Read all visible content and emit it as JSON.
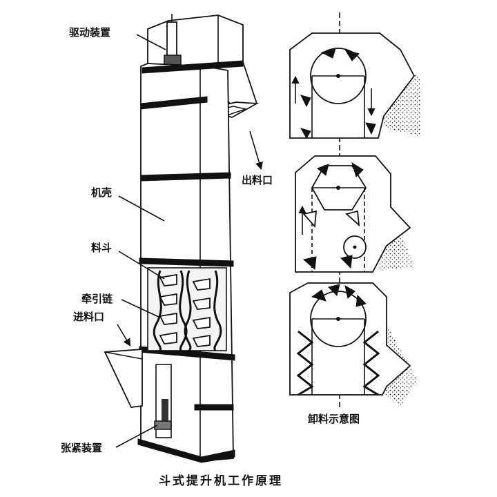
{
  "labels": {
    "drive": "驱动装置",
    "outlet": "出料口",
    "casing": "机壳",
    "bucket": "料斗",
    "chain": "牵引链",
    "inlet": "进料口",
    "tension": "张紧装置",
    "discharge": "卸料示意图"
  },
  "caption": "斗式提升机工作原理",
  "icons": {
    "elevator": "bucket-elevator-drawing",
    "discharge_views": "discharge-detail-drawings"
  }
}
